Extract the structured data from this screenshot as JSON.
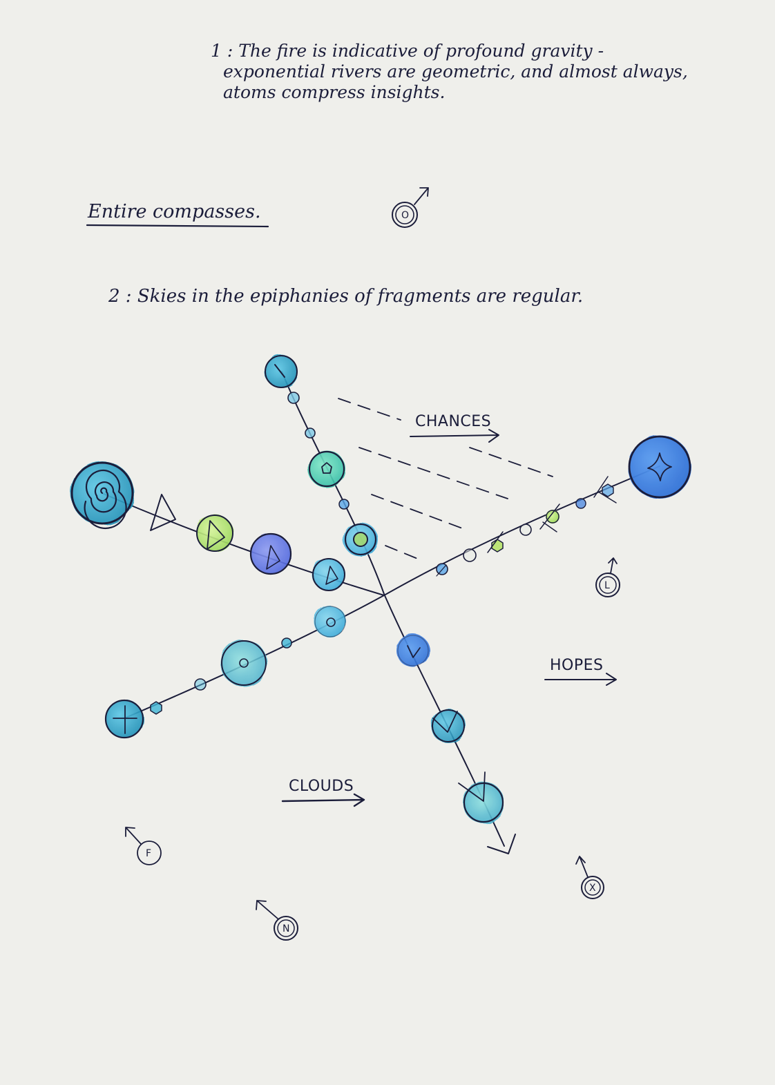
{
  "notes": {
    "note1_line1": "1 : The fire is indicative of profound gravity -",
    "note1_line2": "exponential rivers are geometric, and almost always,",
    "note1_line3": "atoms compress insights.",
    "heading": "Entire compasses.",
    "note2": "2 : Skies in the epiphanies of fragments are regular."
  },
  "labels": {
    "chances": "CHANCES",
    "hopes": "HOPES",
    "clouds": "CLOUDS"
  },
  "markers": {
    "o": "O",
    "l": "L",
    "f": "F",
    "n": "N",
    "x": "X"
  },
  "colors": {
    "ink": "#1b1d3a",
    "paper": "#efefeb",
    "blue": "#3d7fe0",
    "cyan": "#3fb5d6",
    "teal": "#3ccfb5",
    "lime": "#b7e36a",
    "violet": "#6f78e6"
  }
}
